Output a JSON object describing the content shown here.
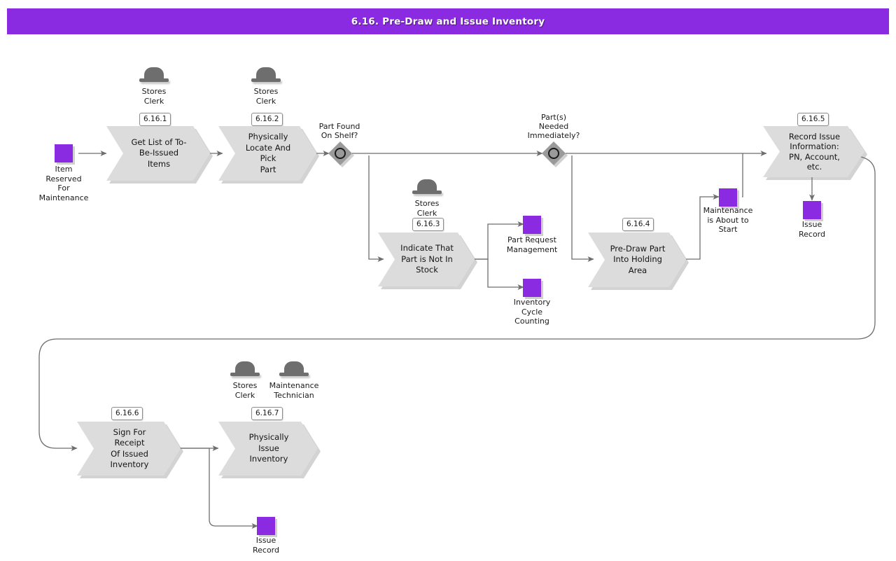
{
  "theme": {
    "brand": "#8A2BE2",
    "task_fill": "#DCDCDC",
    "gateway_fill": "#9A9A9A",
    "line": "#6E6E6E",
    "text": "#1A1A1A"
  },
  "header": {
    "title": "6.16. Pre-Draw and Issue Inventory"
  },
  "diagram": {
    "type": "process-flow",
    "tasks": [
      {
        "id": "6.16.1",
        "label": "Get List of To-\nBe-Issued\nItems"
      },
      {
        "id": "6.16.2",
        "label": "Physically\nLocate And Pick\nPart"
      },
      {
        "id": "6.16.3",
        "label": "Indicate That\nPart is Not In\nStock"
      },
      {
        "id": "6.16.4",
        "label": "Pre-Draw Part\nInto Holding\nArea"
      },
      {
        "id": "6.16.5",
        "label": "Record Issue\nInformation:\nPN, Account,\netc."
      },
      {
        "id": "6.16.6",
        "label": "Sign For Receipt\nOf Issued\nInventory"
      },
      {
        "id": "6.16.7",
        "label": "Physically Issue\nInventory"
      }
    ],
    "roles": [
      {
        "label": "Stores\nClerk"
      },
      {
        "label": "Stores\nClerk"
      },
      {
        "label": "Stores\nClerk"
      },
      {
        "label": "Stores\nClerk"
      },
      {
        "label": "Maintenance\nTechnician"
      }
    ],
    "gateways": [
      {
        "label": "Part Found\nOn Shelf?",
        "kind": "inclusive"
      },
      {
        "label": "Part(s)\nNeeded\nImmediately?",
        "kind": "inclusive"
      }
    ],
    "events": [
      {
        "label": "Item\nReserved\nFor\nMaintenance"
      },
      {
        "label": "Part Request\nManagement"
      },
      {
        "label": "Inventory\nCycle\nCounting"
      },
      {
        "label": "Maintenance\nis About to\nStart"
      },
      {
        "label": "Issue\nRecord"
      },
      {
        "label": "Issue\nRecord"
      }
    ]
  }
}
